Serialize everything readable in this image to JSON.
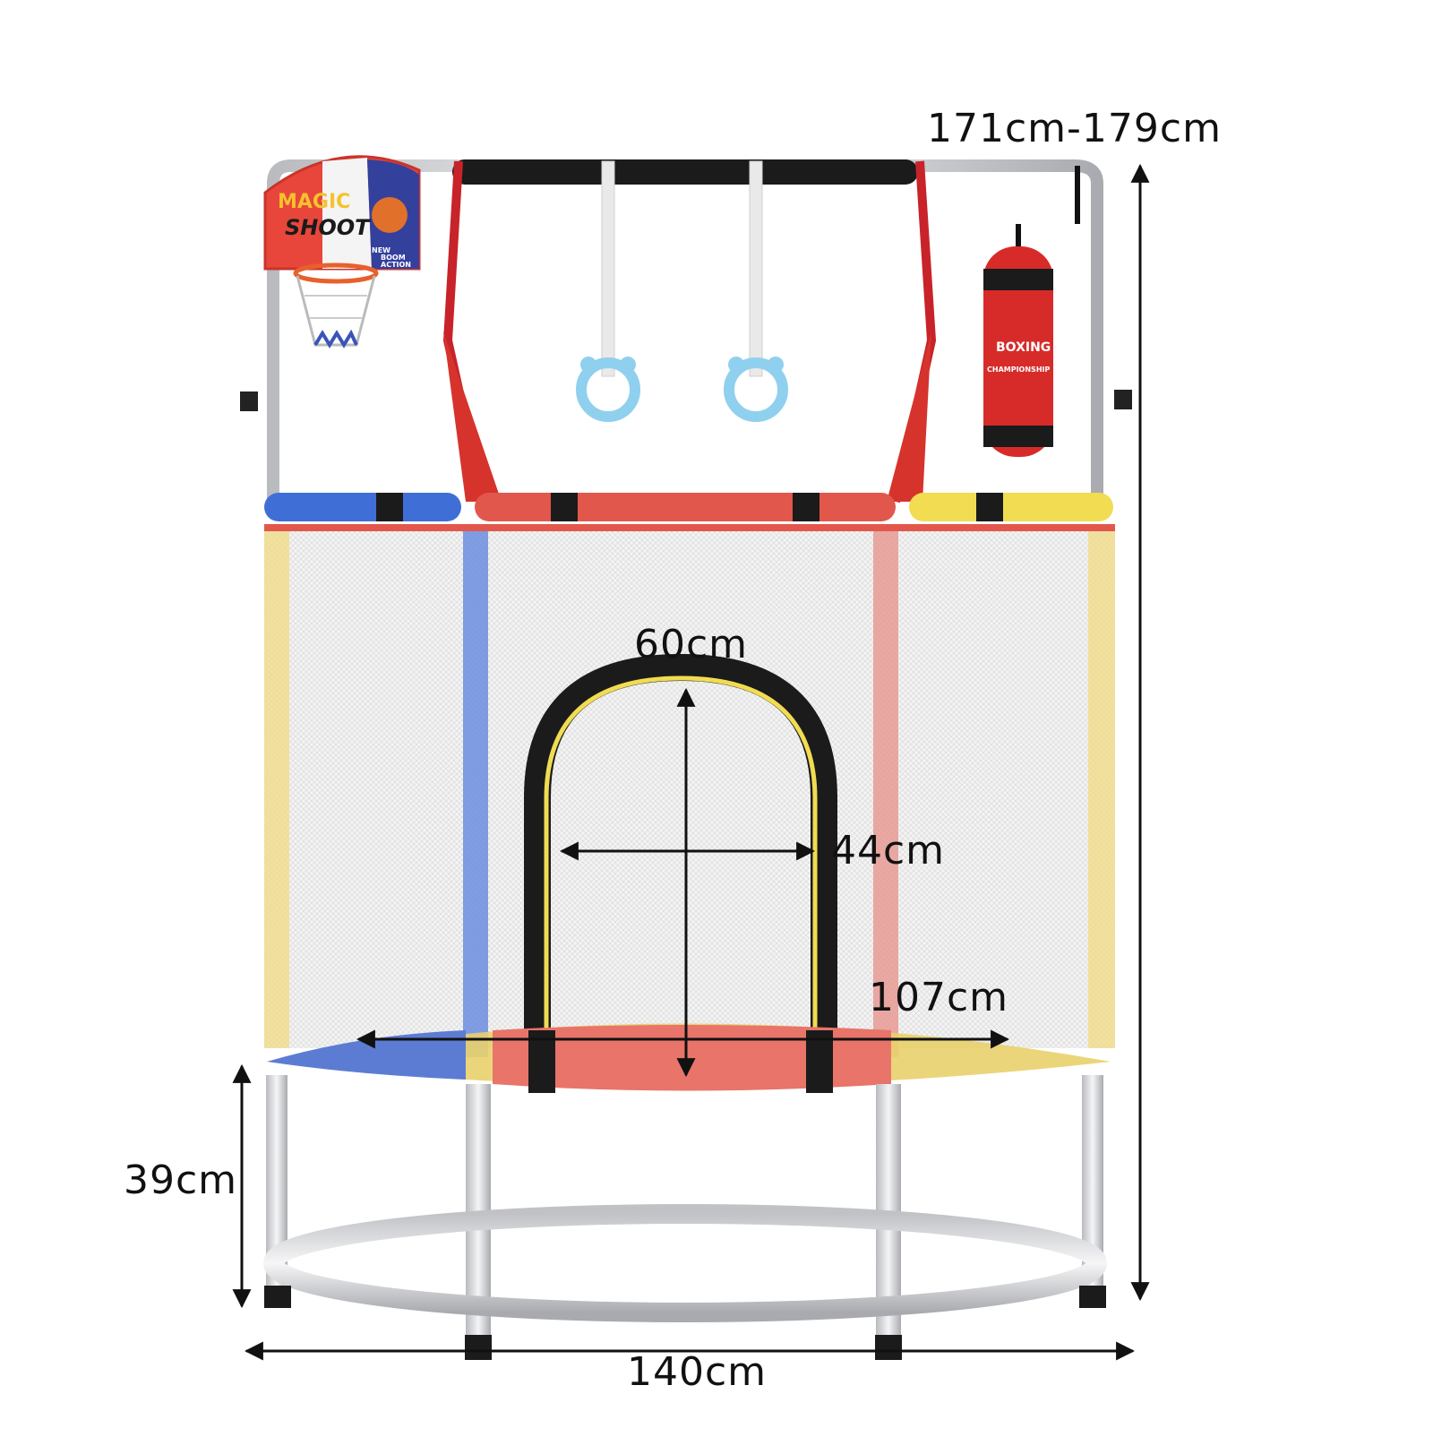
{
  "product": {
    "basketball_board": {
      "line1": "MAGIC",
      "line2": "SHOOT",
      "corner1": "NEW",
      "corner2": "BOOM",
      "corner3": "ACTION"
    },
    "boxing_bag": {
      "line1": "BOXING",
      "line2": "CHAMPIONSHIP"
    },
    "colors": {
      "blue": "#3f6fd6",
      "red": "#e2574c",
      "yellow": "#f1dc52",
      "steel": "#d9dadc",
      "black": "#1b1b1b",
      "ring": "#8fd0ee"
    }
  },
  "dimensions": {
    "total_height": "171cm-179cm",
    "door_height": "60cm",
    "door_width": "44cm",
    "mat_diameter": "107cm",
    "leg_height": "39cm",
    "overall_width": "140cm"
  }
}
